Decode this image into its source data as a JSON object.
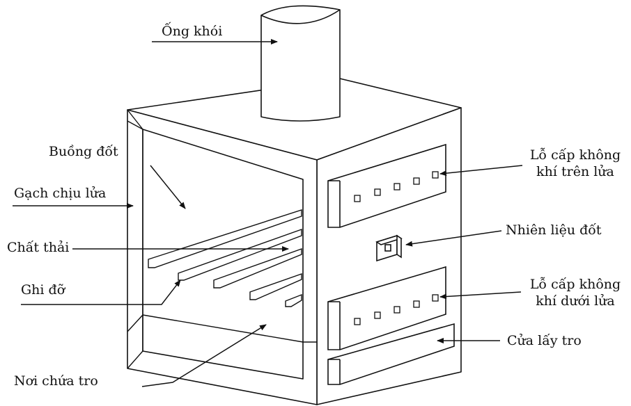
{
  "labels": {
    "chimney": "Ống khói",
    "combustion_chamber": "Buồng đốt",
    "refractory_brick": "Gạch chịu lửa",
    "waste": "Chất thải",
    "grate": "Ghi đỡ",
    "ash_storage": "Nơi chứa tro",
    "upper_air_line1": "Lỗ cấp không",
    "upper_air_line2": "khí trên lửa",
    "fuel": "Nhiên liệu đốt",
    "lower_air_line1": "Lỗ cấp không",
    "lower_air_line2": "khí dưới lửa",
    "ash_door": "Cửa lấy tro"
  }
}
